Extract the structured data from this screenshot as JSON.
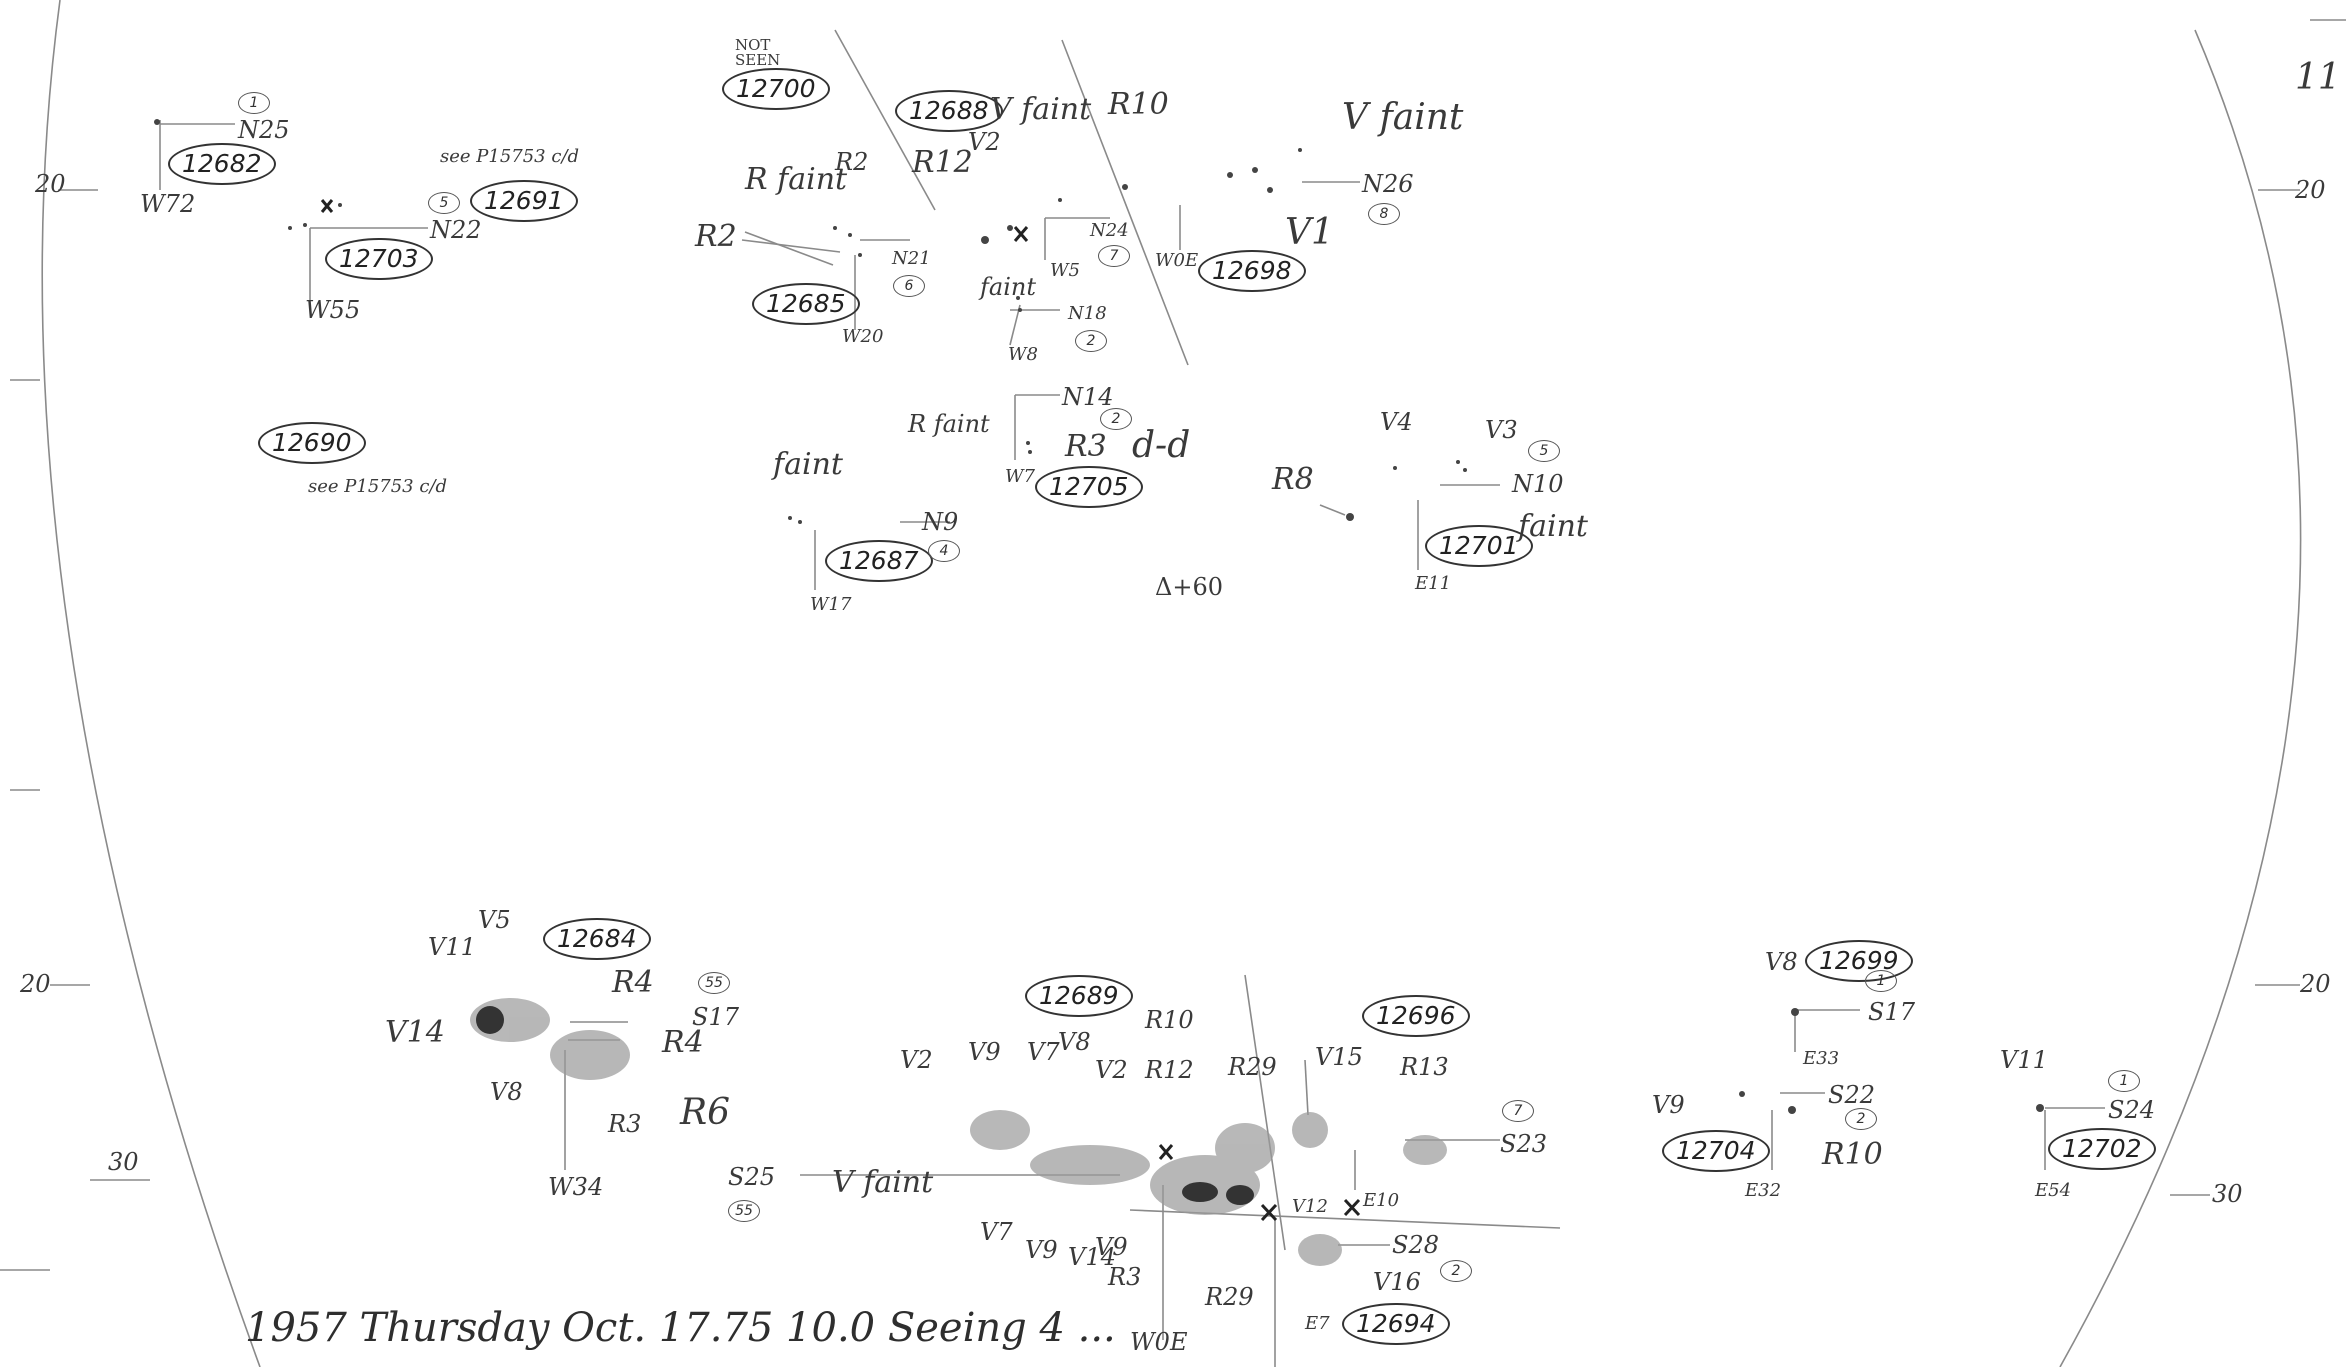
{
  "notes": {
    "not_seen": "NOT SEEN",
    "footer": "1957 Thursday Oct. 17.75 10.0 Seeing 4 ...",
    "delta": "Δ+60",
    "dd": "d-d",
    "see1": "see P15753 c/d",
    "see2": "see P15753 c/d"
  },
  "groups": [
    {
      "id": "12682",
      "labels": [
        "N25",
        "W72"
      ],
      "count": "1"
    },
    {
      "id": "12703",
      "labels": [
        "N22",
        "W55"
      ],
      "count": "5"
    },
    {
      "id": "12691",
      "labels": [],
      "count": ""
    },
    {
      "id": "12700",
      "labels": [],
      "count": ""
    },
    {
      "id": "12688",
      "labels": [
        "V faint",
        "V2",
        "R12",
        "R10",
        "N24",
        "W5"
      ],
      "count": "7"
    },
    {
      "id": "12685",
      "labels": [
        "R faint",
        "R2",
        "R2",
        "N21",
        "W20"
      ],
      "count": "6"
    },
    {
      "id": "12698",
      "labels": [
        "V faint",
        "N26",
        "W0E",
        "V1"
      ],
      "count": "8"
    },
    {
      "id": "12690",
      "labels": [],
      "count": ""
    },
    {
      "id": "12705",
      "labels": [
        "R faint",
        "N14",
        "R3",
        "W7",
        "faint",
        "N18",
        "W8"
      ],
      "count": "2"
    },
    {
      "id": "12687",
      "labels": [
        "faint",
        "N9",
        "W17"
      ],
      "count": "4"
    },
    {
      "id": "12701",
      "labels": [
        "V4",
        "V3",
        "N10",
        "R8",
        "faint",
        "E11"
      ],
      "count": "5"
    },
    {
      "id": "12684",
      "labels": [
        "V11",
        "V5",
        "R4",
        "S17",
        "R4",
        "V14",
        "V8",
        "R3",
        "R6",
        "W34"
      ],
      "count": "55"
    },
    {
      "id": "12689",
      "labels": [
        "V2",
        "V9",
        "V7",
        "V8",
        "V2",
        "R10",
        "R12",
        "R29",
        "S25",
        "V faint",
        "V7",
        "V9",
        "V14",
        "V9",
        "R3",
        "R29",
        "W0E"
      ],
      "count": "55"
    },
    {
      "id": "12696",
      "labels": [
        "V15",
        "R13",
        "S23",
        "V12",
        "E10"
      ],
      "count": "7"
    },
    {
      "id": "12694",
      "labels": [
        "S28",
        "V16",
        "E7"
      ],
      "count": "2"
    },
    {
      "id": "12699",
      "labels": [
        "V8",
        "S17",
        "E33"
      ],
      "count": "1"
    },
    {
      "id": "12704",
      "labels": [
        "V9",
        "S22",
        "R10",
        "E32"
      ],
      "count": "2"
    },
    {
      "id": "12702",
      "labels": [
        "V11",
        "S24",
        "E54"
      ],
      "count": "1"
    }
  ],
  "margin_ticks": [
    "20",
    "20",
    "20",
    "20",
    "30",
    "30",
    "11"
  ]
}
